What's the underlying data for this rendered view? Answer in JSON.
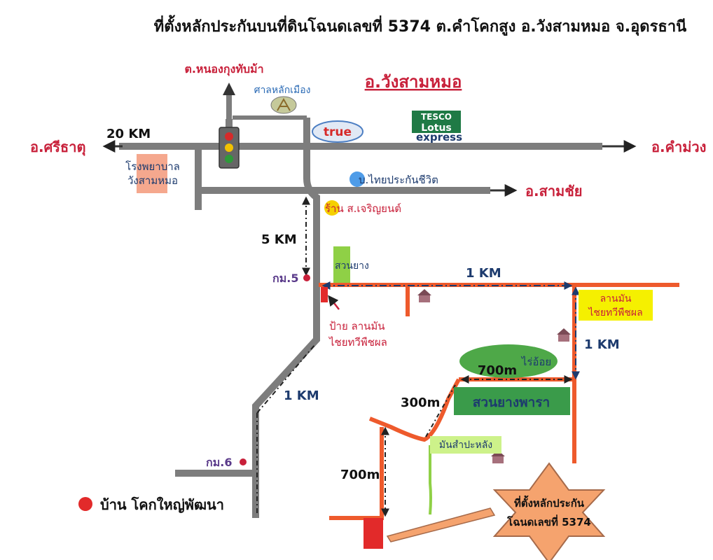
{
  "title": "ที่ตั้งหลักประกันบนที่ดินโฉนดเลขที่ 5374  ต.คำโคกสูง อ.วังสามหมอ จ.อุดรธานี",
  "district": "อ.วังสามหมอ",
  "places": {
    "north_dest": "ต.หนองกุงทับม้า",
    "shrine": "ศาลหลักเมือง",
    "true_shop": "true",
    "tesco_1": "TESCO",
    "tesco_2": "Lotus",
    "tesco_3": "express",
    "west_dest": "อ.ศรีธาตุ",
    "west_distance": "20 KM",
    "east_dest": "อ.คำม่วง",
    "hospital_1": "โรงพยาบาล",
    "hospital_2": "วังสามหมอ",
    "insurance": "บ.ไทยประกันชีวิต",
    "samchai": "อ.สามชัย",
    "shop": "ร้าน ส.เจริญยนต์",
    "rubber_small": "สวนยาง",
    "km5_marker": "กม.5",
    "km6_marker": "กม.6",
    "sign_1": "ป้าย ลานมัน",
    "sign_2": "ไชยทวีพืชผล",
    "lanman_1": "ลานมัน",
    "lanman_2": "ไชยทวีพืชผล",
    "sugarcane": "ไร่อ้อย",
    "rubber_big": "สวนยางพารา",
    "cassava": "มันสำปะหลัง",
    "village": "บ้าน โคกใหญ่พัฒนา",
    "collateral_1": "ที่ตั้งหลักประกัน",
    "collateral_2": "โฉนดเลขที่ 5374"
  },
  "distances": {
    "d5km": "5 KM",
    "d1km_top": "1 KM",
    "d1km_right": "1 KM",
    "d1km_left": "1 KM",
    "d700_top": "700m",
    "d300": "300m",
    "d700_left": "700m"
  },
  "colors": {
    "road": "#7d7d7d",
    "route": "#ee5a2c",
    "accent_red": "#c8203a",
    "green": "#4c9a45",
    "yellow_label": "#f5f000",
    "collateral_star": "#f5a36e"
  }
}
